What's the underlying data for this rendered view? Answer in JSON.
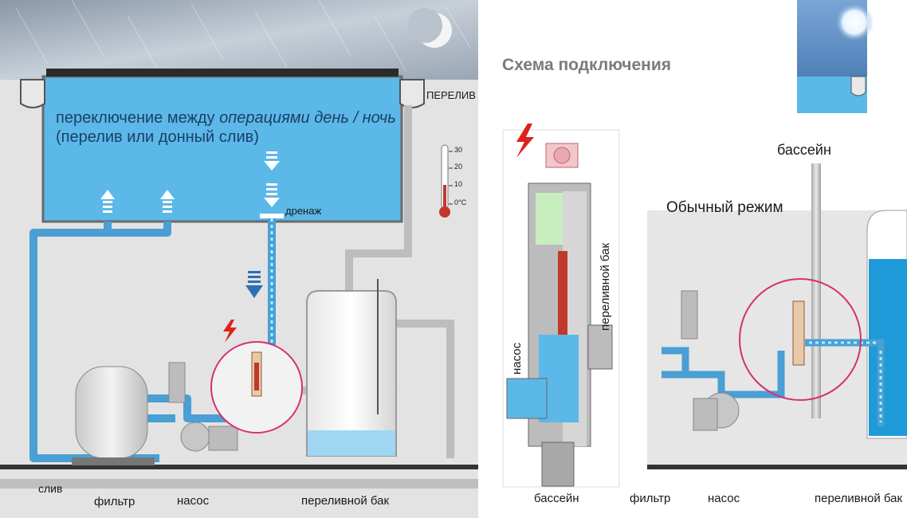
{
  "title": "Схема подключения",
  "top_note": {
    "part1": "переключение между ",
    "part2_italic": "операциями день / ночь",
    "part3": " (перелив или донный слив)"
  },
  "labels": {
    "overflow": "ПЕРЕЛИВ",
    "drain_top": "дренаж",
    "drain_bottom": "слив",
    "filter_left": "фильтр",
    "pump_left": "насос",
    "overflow_tank_left": "переливной бак",
    "pool_center": "бассейн",
    "filter_right": "фильтр",
    "pump_right": "насос",
    "overflow_tank_right": "переливной бак",
    "pool_right": "бассейн",
    "normal_mode": "Обычный режим",
    "valve_side_tank": "переливной бак",
    "valve_side_pump": "насос"
  },
  "thermometer": {
    "ticks": [
      "30",
      "20",
      "10",
      "0°C"
    ]
  },
  "colors": {
    "water": "#5bb8e8",
    "pipe": "#4aa3d8",
    "background_grey": "#d9d9d9",
    "accent_red": "#e0201b",
    "text_dark": "#1c3f66"
  }
}
